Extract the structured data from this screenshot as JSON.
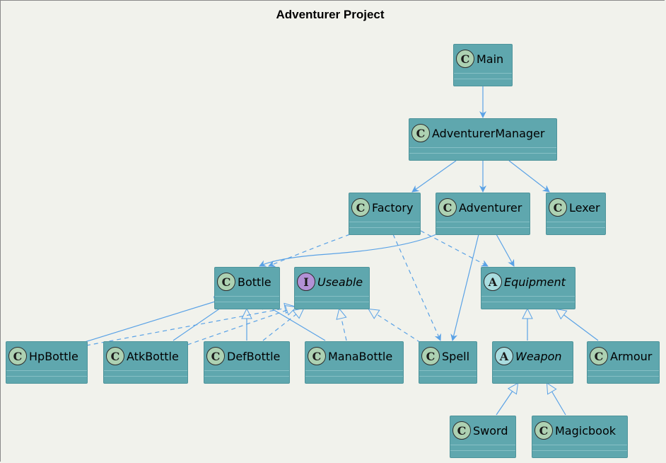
{
  "diagram": {
    "title": "Adventurer Project",
    "colors": {
      "background": "#f1f2ec",
      "node_fill": "#5fa7ae",
      "edge": "#5aa2e6",
      "class_badge": "#add1b2",
      "abstract_badge": "#a9dcdf",
      "interface_badge": "#b291d6"
    },
    "nodes": [
      {
        "id": "main",
        "kind": "C",
        "label": "Main",
        "abstract": false
      },
      {
        "id": "adventurermanager",
        "kind": "C",
        "label": "AdventurerManager",
        "abstract": false
      },
      {
        "id": "factory",
        "kind": "C",
        "label": "Factory",
        "abstract": false
      },
      {
        "id": "adventurer",
        "kind": "C",
        "label": "Adventurer",
        "abstract": false
      },
      {
        "id": "lexer",
        "kind": "C",
        "label": "Lexer",
        "abstract": false
      },
      {
        "id": "bottle",
        "kind": "C",
        "label": "Bottle",
        "abstract": false
      },
      {
        "id": "useable",
        "kind": "I",
        "label": "Useable",
        "abstract": true
      },
      {
        "id": "equipment",
        "kind": "A",
        "label": "Equipment",
        "abstract": true
      },
      {
        "id": "hpbottle",
        "kind": "C",
        "label": "HpBottle",
        "abstract": false
      },
      {
        "id": "atkbottle",
        "kind": "C",
        "label": "AtkBottle",
        "abstract": false
      },
      {
        "id": "defbottle",
        "kind": "C",
        "label": "DefBottle",
        "abstract": false
      },
      {
        "id": "manabottle",
        "kind": "C",
        "label": "ManaBottle",
        "abstract": false
      },
      {
        "id": "spell",
        "kind": "C",
        "label": "Spell",
        "abstract": false
      },
      {
        "id": "weapon",
        "kind": "A",
        "label": "Weapon",
        "abstract": true
      },
      {
        "id": "armour",
        "kind": "C",
        "label": "Armour",
        "abstract": false
      },
      {
        "id": "sword",
        "kind": "C",
        "label": "Sword",
        "abstract": false
      },
      {
        "id": "magicbook",
        "kind": "C",
        "label": "Magicbook",
        "abstract": false
      }
    ],
    "edges": [
      {
        "from": "main",
        "to": "adventurermanager",
        "type": "association"
      },
      {
        "from": "adventurermanager",
        "to": "factory",
        "type": "association"
      },
      {
        "from": "adventurermanager",
        "to": "adventurer",
        "type": "association"
      },
      {
        "from": "adventurermanager",
        "to": "lexer",
        "type": "association"
      },
      {
        "from": "factory",
        "to": "bottle",
        "type": "dependency"
      },
      {
        "from": "factory",
        "to": "equipment",
        "type": "dependency"
      },
      {
        "from": "factory",
        "to": "spell",
        "type": "dependency"
      },
      {
        "from": "adventurer",
        "to": "bottle",
        "type": "association"
      },
      {
        "from": "adventurer",
        "to": "equipment",
        "type": "association"
      },
      {
        "from": "adventurer",
        "to": "spell",
        "type": "association"
      },
      {
        "from": "hpbottle",
        "to": "bottle",
        "type": "extends"
      },
      {
        "from": "atkbottle",
        "to": "bottle",
        "type": "extends"
      },
      {
        "from": "defbottle",
        "to": "bottle",
        "type": "extends"
      },
      {
        "from": "manabottle",
        "to": "bottle",
        "type": "extends"
      },
      {
        "from": "hpbottle",
        "to": "useable",
        "type": "implements"
      },
      {
        "from": "atkbottle",
        "to": "useable",
        "type": "implements"
      },
      {
        "from": "defbottle",
        "to": "useable",
        "type": "implements"
      },
      {
        "from": "manabottle",
        "to": "useable",
        "type": "implements"
      },
      {
        "from": "spell",
        "to": "useable",
        "type": "implements"
      },
      {
        "from": "weapon",
        "to": "equipment",
        "type": "extends"
      },
      {
        "from": "armour",
        "to": "equipment",
        "type": "extends"
      },
      {
        "from": "sword",
        "to": "weapon",
        "type": "extends"
      },
      {
        "from": "magicbook",
        "to": "weapon",
        "type": "extends"
      }
    ]
  }
}
